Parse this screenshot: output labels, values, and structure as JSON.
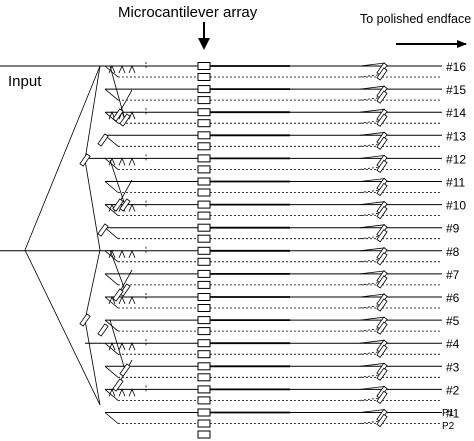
{
  "labels": {
    "title": "Microcantilever array",
    "endface": "To polished endface",
    "input": "Input",
    "p1": "P1",
    "p2": "P2"
  },
  "channels": [
    "#16",
    "#15",
    "#14",
    "#13",
    "#12",
    "#11",
    "#10",
    "#9",
    "#8",
    "#7",
    "#6",
    "#5",
    "#4",
    "#3",
    "#2",
    "#1"
  ]
}
